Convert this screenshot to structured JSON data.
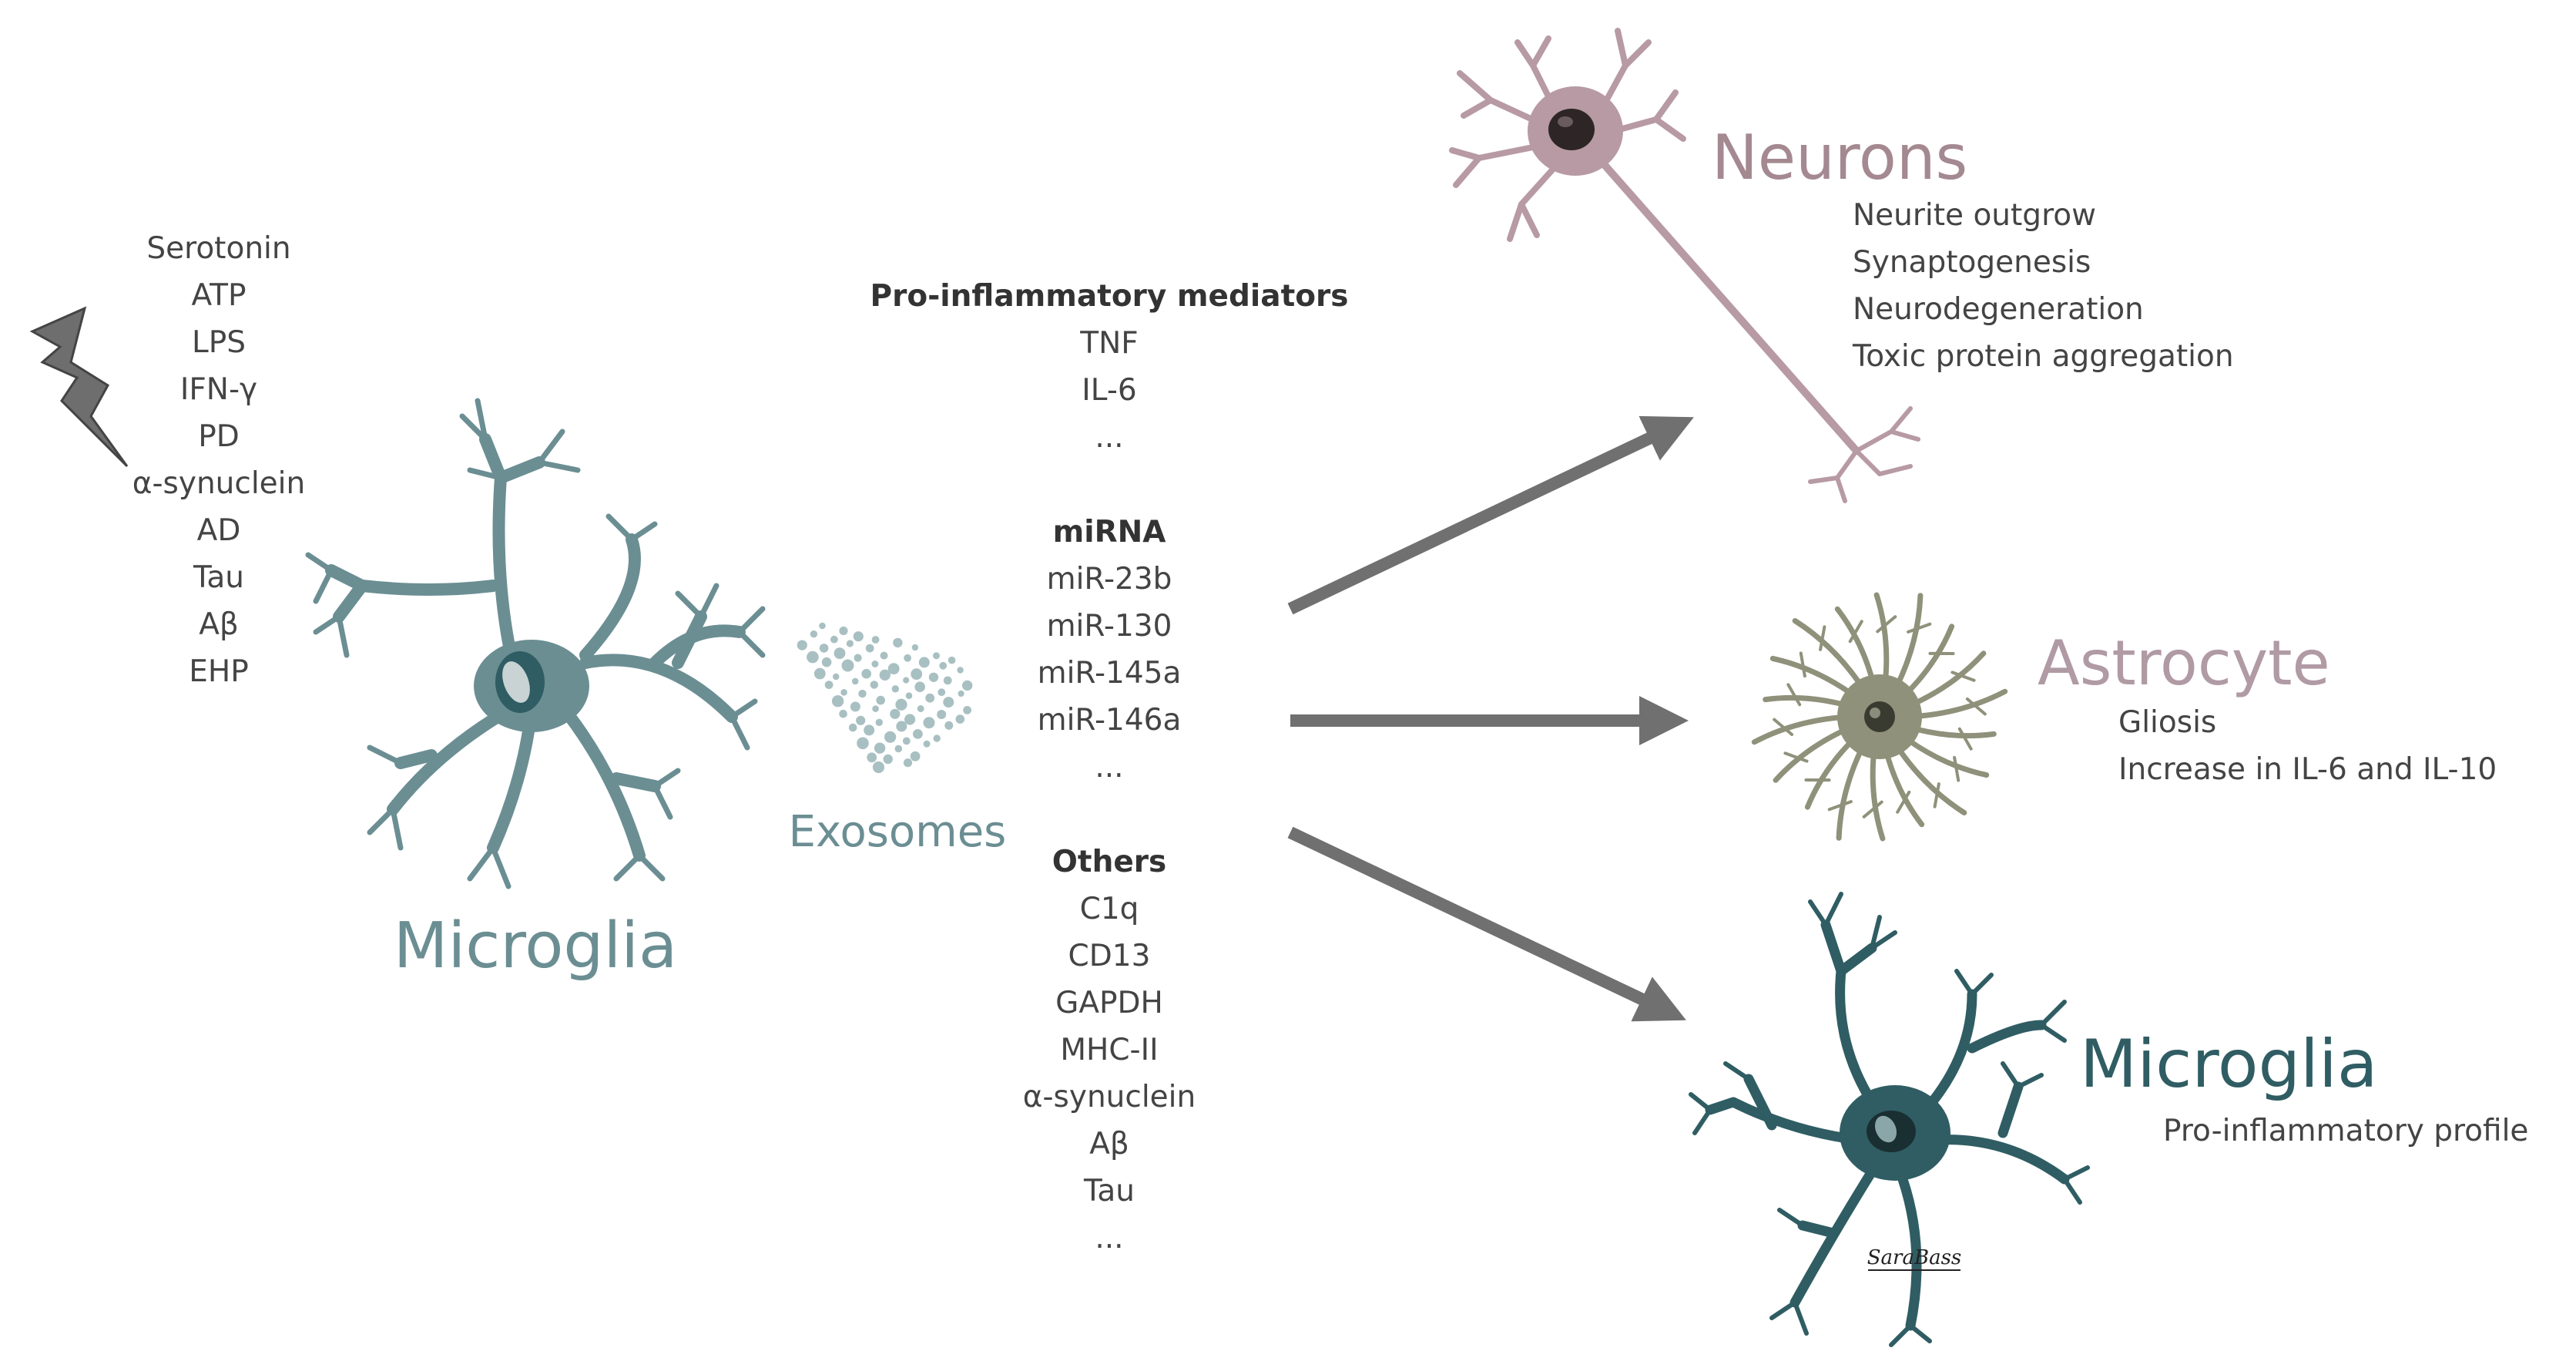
{
  "colors": {
    "microglia": "#6b8e93",
    "microglia_dark": "#2f5d63",
    "neuron": "#b79aa3",
    "neuron_label": "#a48991",
    "astrocyte": "#8f917a",
    "astrocyte_label": "#b09aa4",
    "arrow": "#707070",
    "bolt": "#6e6e6e",
    "text": "#444444"
  },
  "stimuli": [
    "Serotonin",
    "ATP",
    "LPS",
    "IFN-γ",
    "PD",
    "α-synuclein",
    "AD",
    "Tau",
    "Aβ",
    "EHP"
  ],
  "source_cell": {
    "label": "Microglia"
  },
  "exosomes": {
    "label": "Exosomes"
  },
  "cargo": {
    "pro_inflammatory": {
      "heading": "Pro-inflammatory mediators",
      "items": [
        "TNF",
        "IL-6",
        "..."
      ]
    },
    "mirna": {
      "heading": "miRNA",
      "items": [
        "miR-23b",
        "miR-130",
        "miR-145a",
        "miR-146a",
        "..."
      ]
    },
    "others": {
      "heading": "Others",
      "items": [
        "C1q",
        "CD13",
        "GAPDH",
        "MHC-II",
        "α-synuclein",
        "Aβ",
        "Tau",
        "..."
      ]
    }
  },
  "targets": {
    "neurons": {
      "label": "Neurons",
      "effects": [
        "Neurite outgrow",
        "Synaptogenesis",
        "Neurodegeneration",
        "Toxic protein aggregation"
      ]
    },
    "astrocyte": {
      "label": "Astrocyte",
      "effects": [
        "Gliosis",
        "Increase in IL-6 and IL-10"
      ]
    },
    "microglia": {
      "label": "Microglia",
      "effects": [
        "Pro-inflammatory profile"
      ]
    }
  },
  "signature": "SaraBass"
}
